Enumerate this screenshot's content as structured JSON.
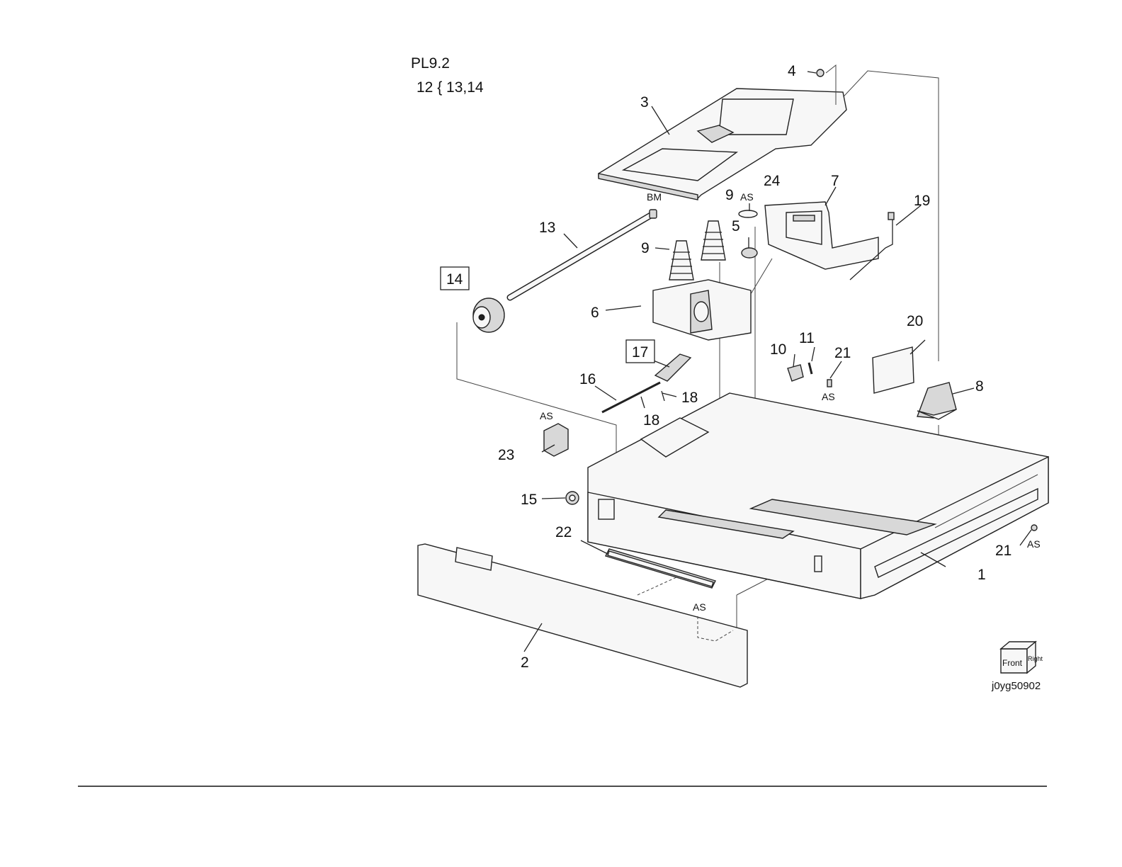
{
  "header": {
    "title": "PL9.2",
    "note": "12 { 13,14"
  },
  "callouts": {
    "c1": "1",
    "c2": "2",
    "c3": "3",
    "c4": "4",
    "c5": "5",
    "c6": "6",
    "c7": "7",
    "c8": "8",
    "c9a": "9",
    "c9b": "9",
    "c10": "10",
    "c11": "11",
    "c13": "13",
    "c14": "14",
    "c15": "15",
    "c16": "16",
    "c17": "17",
    "c18a": "18",
    "c18b": "18",
    "c19": "19",
    "c20": "20",
    "c21a": "21",
    "c21b": "21",
    "c22": "22",
    "c23": "23",
    "c24": "24"
  },
  "tags": {
    "bm": "BM",
    "as_24": "AS",
    "as_21": "AS",
    "as_23": "AS",
    "as_21b": "AS",
    "as_22": "AS"
  },
  "orientation": {
    "front": "Front",
    "right": "Right"
  },
  "figure_id": "j0yg50902"
}
